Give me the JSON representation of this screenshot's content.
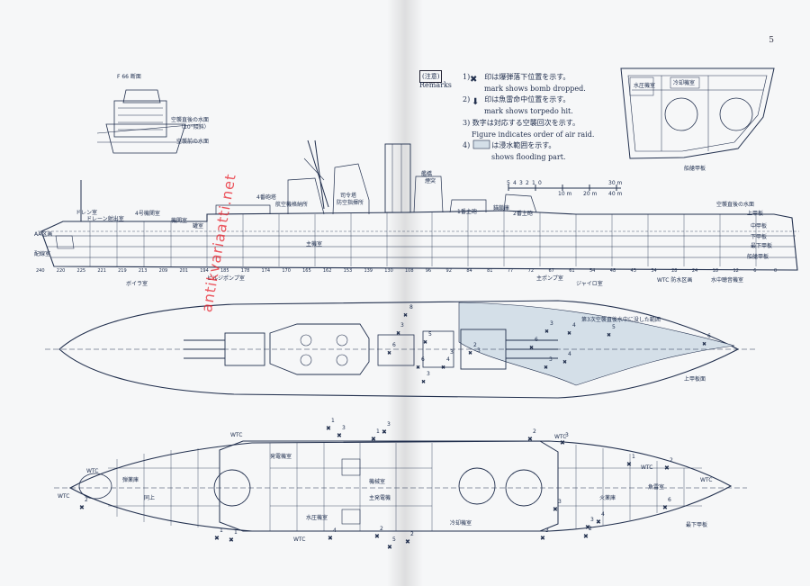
{
  "page": {
    "number": "5"
  },
  "remarks": {
    "tag_jp": "(注意)",
    "tag_en": "Remarks",
    "items": [
      {
        "num": "1)",
        "jp": "印は爆弾落下位置を示す。",
        "en": "mark shows bomb dropped."
      },
      {
        "num": "2)",
        "jp": "印は魚雷命中位置を示す。",
        "en": "mark shows torpedo hit."
      },
      {
        "num": "3)",
        "jp": "数字は対応する空襲回次を示す。",
        "en": "Figure indicates order of air raid."
      },
      {
        "num": "4)",
        "jp": "は浸水範囲を示す。",
        "en": "shows flooding part."
      }
    ]
  },
  "section_inset": {
    "title": "F 66 断面",
    "labels": [
      "空襲直後の水面",
      "（10°傾斜）",
      "空襲前の水面"
    ]
  },
  "cross_section": {
    "caption": "船艙甲板",
    "labels": [
      "水圧機室",
      "冷却機室"
    ]
  },
  "profile": {
    "labels": [
      "AA区画",
      "配線室",
      "ドレン室",
      "ドレーン射出室",
      "4号機関室",
      "機関室",
      "4番砲塔",
      "航空機格納所",
      "罐室",
      "主機室",
      "司令塔",
      "防空指揮所",
      "艦橋",
      "煙突",
      "1番主砲",
      "2番主砲",
      "錨鎖庫",
      "空襲直後の水面",
      "上甲板",
      "中甲板",
      "下甲板",
      "最下甲板",
      "船艙甲板"
    ],
    "frame_numbers": [
      "240",
      "220",
      "225",
      "221",
      "219",
      "213",
      "209",
      "201",
      "194",
      "185",
      "178",
      "174",
      "170",
      "165",
      "162",
      "153",
      "139",
      "130",
      "108",
      "96",
      "92",
      "84",
      "81",
      "77",
      "72",
      "67",
      "61",
      "54",
      "48",
      "43",
      "34",
      "28",
      "24",
      "18",
      "12",
      "6",
      "0"
    ],
    "bottom_labels": [
      "ボイラ室",
      "主ポンプ室",
      "ジャイロ室",
      "ビルジポンプ室",
      "WTC 防水区画",
      "水中聴音機室"
    ]
  },
  "upper_deck": {
    "caption": "上甲板面",
    "flood_note": "第3次空襲直後水中に没した範囲",
    "bomb_marks": [
      "8",
      "3",
      "5",
      "6",
      "3",
      "4",
      "2",
      "4",
      "6",
      "3",
      "3",
      "4",
      "5",
      "6",
      "6",
      "3",
      "3"
    ]
  },
  "lower_deck": {
    "caption": "最下甲板",
    "wtc": "WTC",
    "labels": [
      "発電機室",
      "機械室",
      "主発電機",
      "魚雷室",
      "水圧機室",
      "冷却機室",
      "弾薬庫",
      "火薬庫",
      "同上"
    ],
    "bomb_marks": [
      "1",
      "3",
      "3",
      "1",
      "2",
      "3",
      "1",
      "2",
      "6",
      "4",
      "2",
      "3",
      "1",
      "1",
      "4",
      "2",
      "5",
      "2",
      "2",
      "3",
      "3"
    ]
  },
  "watermark": "antikvariaatti.net",
  "scale": {
    "ticks": [
      "5",
      "4",
      "3",
      "2",
      "1",
      "0",
      "10 m",
      "20 m",
      "30 m",
      "40 m"
    ]
  },
  "colors": {
    "ink": "#22304e",
    "flood": "#d4dfe8",
    "paper": "#f6f7f8",
    "watermark": "#e8202b"
  }
}
